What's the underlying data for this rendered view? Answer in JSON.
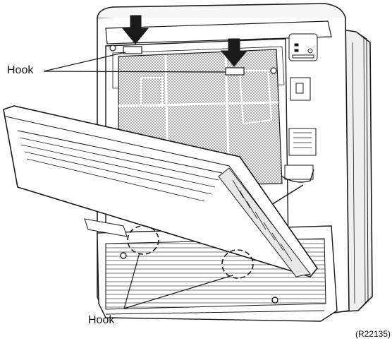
{
  "labels": {
    "hook_top": "Hook",
    "hook_bottom": "Hook"
  },
  "figure_code": "(R22135)",
  "colors": {
    "line": "#1a1a1a",
    "unit_fill": "#f2f2f2",
    "panel_fill": "#ffffff",
    "filter_mesh": "#8c8c8c",
    "shadow": "#d9d9d9"
  }
}
